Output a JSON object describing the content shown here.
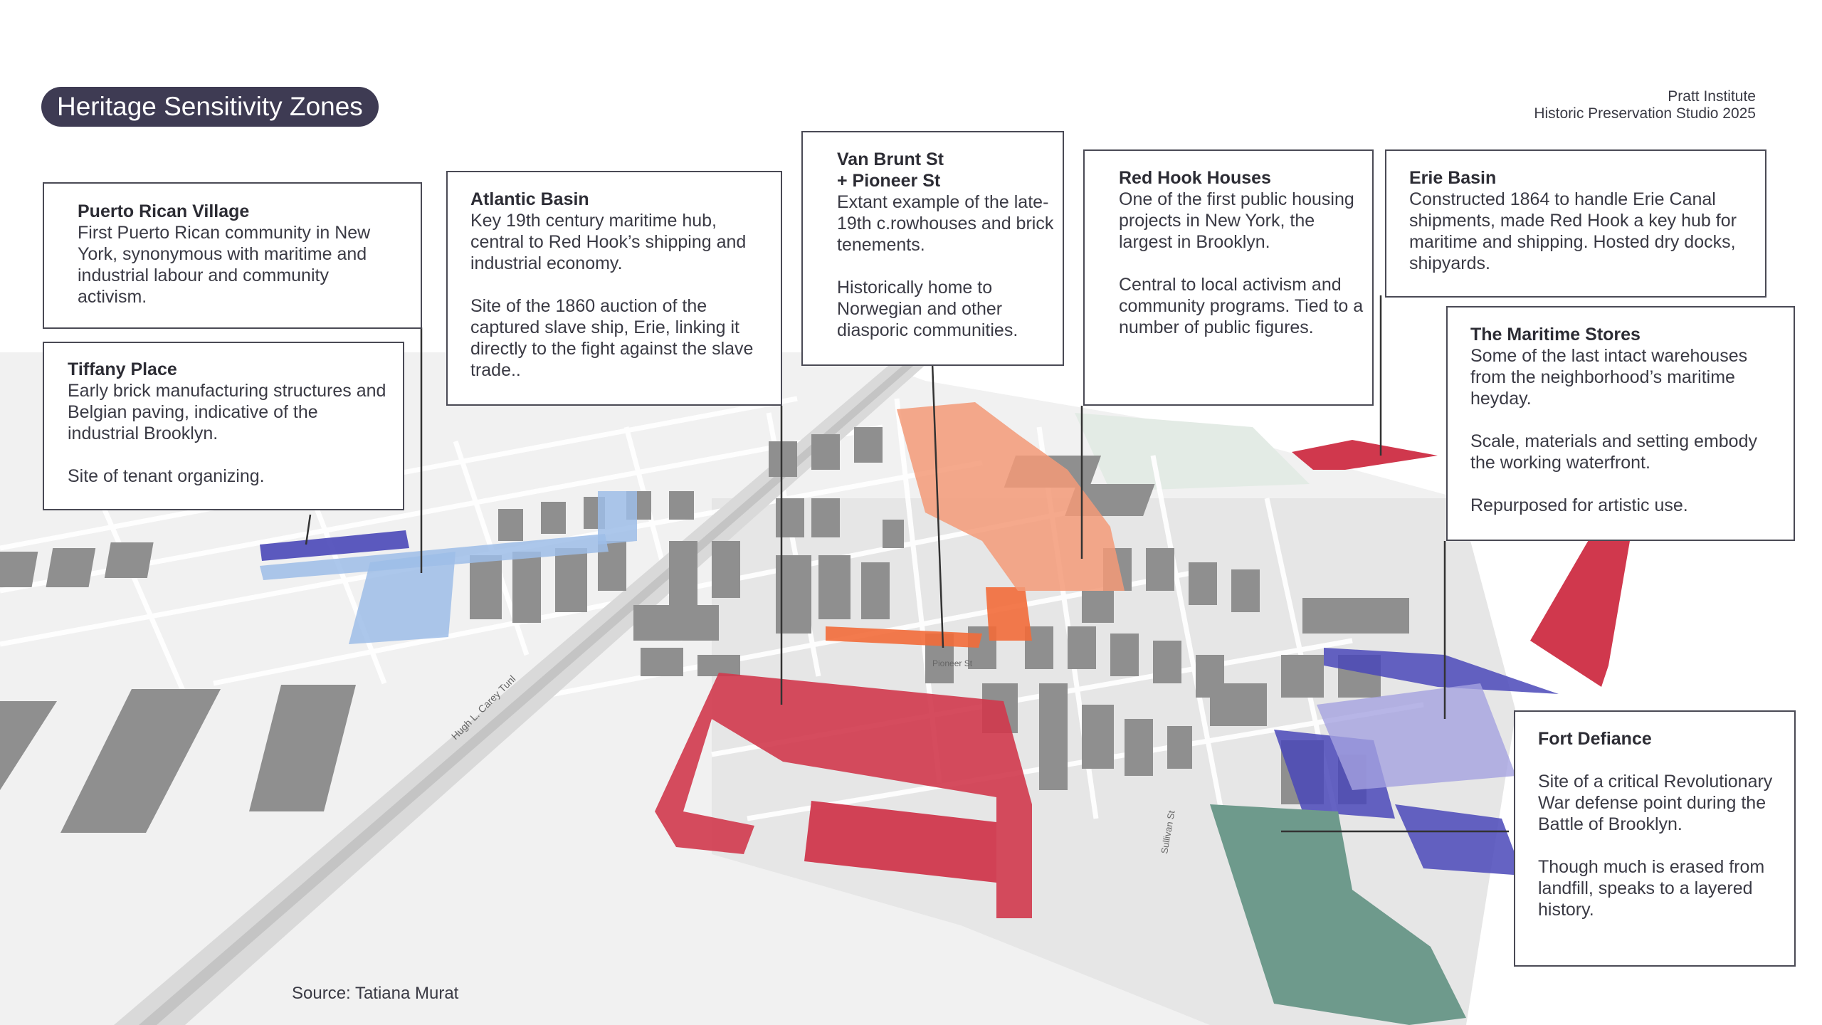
{
  "title": "Heritage Sensitivity Zones",
  "credit": {
    "line1": "Pratt Institute",
    "line2": "Historic Preservation Studio 2025"
  },
  "zones": [
    {
      "name": "Puerto Rican Village",
      "body": "First Puerto Rican community in New York, synonymous with maritime and industrial labour and community activism.",
      "color": "#4a48b8"
    },
    {
      "name": "Tiffany Place",
      "body": "Early brick manufacturing structures and Belgian paving, indicative of the industrial Brooklyn.\n\nSite of tenant organizing.",
      "color": "#4a48b8"
    },
    {
      "name": "Atlantic Basin",
      "body": "Key 19th century maritime hub, central to Red Hook’s shipping and industrial economy.\n\n Site of the 1860 auction of the captured slave ship, Erie, linking it directly to the fight against the slave trade..",
      "color": "#9dbde8"
    },
    {
      "name": "Van Brunt St\n+ Pioneer St",
      "body": "Extant example of the late-19th c.rowhouses and  brick tenements.\n\nHistorically home to Norwegian and other diasporic communities.",
      "color": "#f26b3a"
    },
    {
      "name": "Red Hook Houses",
      "body": "One of the first public housing projects in New York, the largest in Brooklyn.\n\nCentral to local activism and community programs. Tied to a number of public figures.",
      "color": "#f39a78"
    },
    {
      "name": "Erie Basin",
      "body": "Constructed 1864 to handle Erie Canal shipments, made Red Hook a key hub for maritime and shipping. Hosted dry docks, shipyards.",
      "color": "#d0384d"
    },
    {
      "name": "The Maritime Stores",
      "body": "Some of the last intact warehouses from the neighborhood’s maritime heyday.\n\nScale, materials and setting embody the working waterfront.\n\nRepurposed for artistic use.",
      "color": "#4a48b8"
    },
    {
      "name": "Fort Defiance",
      "body": "\nSite of a critical Revolutionary War defense point during the Battle of Brooklyn.\n\nThough much is erased from landfill, speaks to a layered history.",
      "color": "#6e9a8c"
    }
  ],
  "street_labels": {
    "expressway": "Hugh L. Carey Tunl",
    "sullivan": "Sullivan St",
    "pioneer": "Pioneer St"
  },
  "source": "Source: Tatiana Murat"
}
